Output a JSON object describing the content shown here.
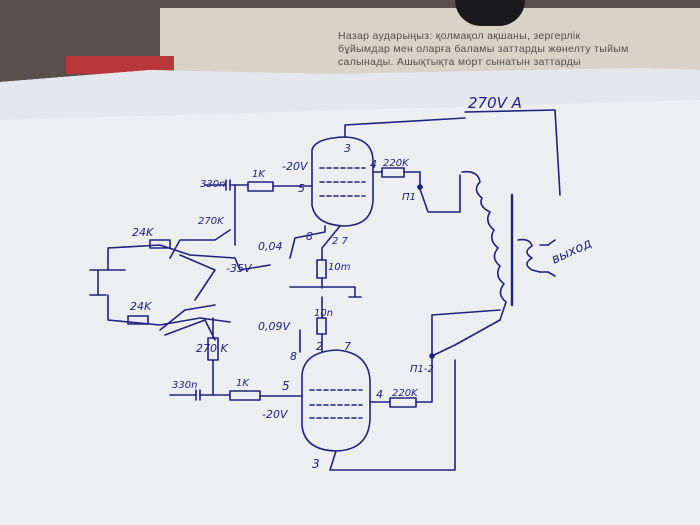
{
  "book": {
    "lines": [
      "Назар аударыңыз: қолмақол ақшаны, зергерлік",
      "бұйымдар мен оларға баламы заттарды жөнелту тыйым",
      "салынады. Ашықтықта морт сынатын заттарды"
    ]
  },
  "schematic": {
    "supply": "270V A",
    "pin_3_top": "3",
    "pin_4_top": "4",
    "pin_5_top": "5",
    "pin_8_top": "8",
    "pin_2_7_top": "2 7",
    "v_neg20_top": "-20V",
    "r_220k_top": "220K",
    "c_330n_top": "330n",
    "r_1k_top": "1K",
    "r_270k_top": "270K",
    "c_004": "0,04",
    "r_10m": "10m",
    "v_neg35": "-35V",
    "r_24k_top": "24K",
    "r_24k_bottom": "24K",
    "r_270k_bottom": "270 K",
    "v_009": "0,09V",
    "c_10n": "10n",
    "pin_8_bot": "8",
    "pin_2_bot": "2",
    "pin_7_bot": "7",
    "c_330n_bot": "330n",
    "r_1k_bot": "1K",
    "pin_5_bot": "5",
    "v_neg20_bot": "-20V",
    "pin_4_bot": "4",
    "r_220k_bot": "220K",
    "pin_3_bot": "3",
    "switch_top": "П1",
    "switch_bot": "П1-2",
    "output": "выход"
  }
}
